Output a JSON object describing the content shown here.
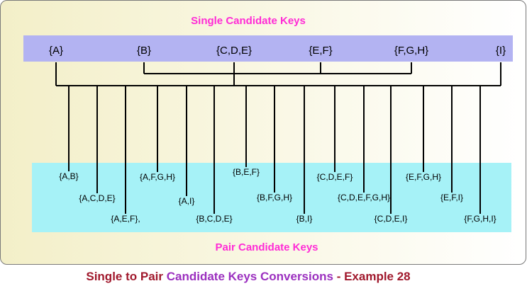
{
  "title": "Single Candidate Keys",
  "bottom_label": "Pair Candidate Keys",
  "caption": {
    "part_a": "Single to Pair ",
    "part_b": "Candidate Keys Conversions",
    "part_c": " - Example 28"
  },
  "colors": {
    "title": "#ff2bd6",
    "top_band": "#b3b3f2",
    "bottom_band": "#a6f2f7",
    "lines": "#000000"
  },
  "single_keys": [
    "{A}",
    "{B}",
    "{C,D,E}",
    "{E,F}",
    "{F,G,H}",
    "{I}"
  ],
  "pair_keys": [
    "{A,B}",
    "{A,C,D,E}",
    "{A,E,F},",
    "{A,F,G,H}",
    "{A,I}",
    "{B,C,D,E}",
    "{B,E,F}",
    "{B,F,G,H}",
    "{B,I}",
    "{C,D,E,F}",
    "{C,D,E,F,G,H}",
    "{C,D,E,I}",
    "{E,F,G,H}",
    "{E,F,I}",
    "{F,G,H,I}"
  ]
}
